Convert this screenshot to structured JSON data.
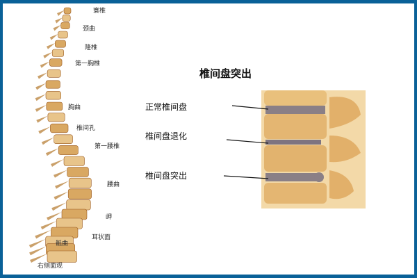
{
  "spine_labels": [
    "寰椎",
    "颈曲",
    "隆椎",
    "第一胸椎",
    "胸曲",
    "椎间孔",
    "第一腰椎",
    "腰曲",
    "岬",
    "耳状面",
    "骶曲"
  ],
  "spine_caption": "右侧面观",
  "disc_title": "椎间盘突出",
  "disc_labels": [
    "正常椎间盘",
    "椎间盘退化",
    "椎间盘突出"
  ],
  "colors": {
    "frame": "#0a6198",
    "bone": "#e8c48a",
    "bone_dark": "#9a5a22",
    "disc": "#8a7f86"
  }
}
